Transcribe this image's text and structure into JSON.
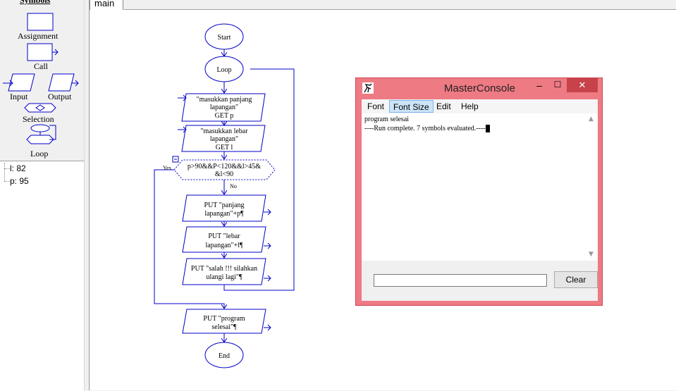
{
  "symbols_panel": {
    "title": "Symbols",
    "assignment": "Assignment",
    "call": "Call",
    "input": "Input",
    "output": "Output",
    "selection": "Selection",
    "loop": "Loop"
  },
  "variables": [
    {
      "text": "l: 82"
    },
    {
      "text": "p: 95"
    }
  ],
  "tabs": {
    "main": "main"
  },
  "flowchart": {
    "start": "Start",
    "loop": "Loop",
    "input1": [
      "\"masukkan panjang",
      "lapangan\"",
      "GET p"
    ],
    "input2": [
      "\"masukkan lebar",
      "lapangan\"",
      "GET l"
    ],
    "condition": [
      "p>90&&P<120&&l>45&",
      "&l<90"
    ],
    "yes": "Yes",
    "no": "No",
    "output1": [
      "PUT \"panjang",
      "lapangan\"+p¶"
    ],
    "output2": [
      "PUT \"lebar",
      "lapangan\"+l¶"
    ],
    "output3": [
      "PUT \"salah !!! silahkan",
      "ulangi lagi\"¶"
    ],
    "output4": [
      "PUT \"program",
      "selesai\"¶"
    ],
    "end": "End"
  },
  "console": {
    "title": "MasterConsole",
    "menu": [
      "Font",
      "Font Size",
      "Edit",
      "Help"
    ],
    "active_menu": "Font Size",
    "output_lines": [
      "program selesai",
      "----Run complete.  7 symbols evaluated.----"
    ],
    "clear": "Clear",
    "minimize": "–",
    "maximize": "☐",
    "close": "✕"
  },
  "colors": {
    "flow": "#0000c8",
    "console_bg": "#ee7a84",
    "close_btn": "#c7424a"
  }
}
